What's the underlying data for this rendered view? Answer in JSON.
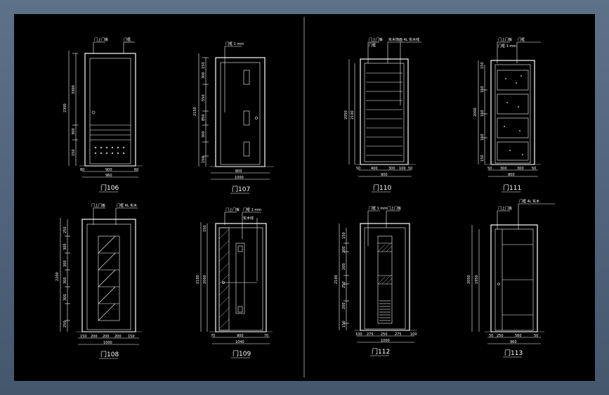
{
  "drawing": {
    "background": "#000000",
    "line_color": "#ffffff",
    "frame_color": "#4d6178"
  },
  "doors": [
    {
      "id": "d106",
      "label": "门106",
      "height_dims": [
        "2300",
        "3300",
        "300",
        "150"
      ],
      "width_dims": [
        "80",
        "900",
        "60"
      ],
      "total_width": "960",
      "notes": [
        "门上门板",
        "门框"
      ]
    },
    {
      "id": "d107",
      "label": "门107",
      "height_dims": [
        "2150",
        "150",
        "300",
        "550",
        "850",
        "300",
        "150"
      ],
      "width_dims": [
        "800"
      ],
      "total_width": "1000",
      "notes": [
        "门框 1 mm"
      ]
    },
    {
      "id": "d110",
      "label": "门110",
      "height_dims": [
        "2050",
        "2100"
      ],
      "width_dims": [
        "50",
        "400",
        "300",
        "100",
        "50"
      ],
      "total_width": "900",
      "notes": [
        "门上门板",
        "实木饰面 4L 实木线",
        "门框"
      ]
    },
    {
      "id": "d111",
      "label": "门111",
      "height_dims": [
        "2000",
        "150",
        "150",
        "150",
        "150",
        "150"
      ],
      "width_dims": [
        "50",
        "300",
        "300",
        "50"
      ],
      "total_width": "800",
      "notes": [
        "门上门板",
        "门框",
        "门框 1 mm"
      ]
    },
    {
      "id": "d108",
      "label": "门108",
      "height_dims": [
        "2200",
        "250",
        "300",
        "300",
        "300",
        "300",
        "250"
      ],
      "width_dims": [
        "150",
        "200",
        "200",
        "200",
        "150"
      ],
      "total_width": "1000",
      "notes": [
        "门上门板",
        "门框 4L 实木"
      ]
    },
    {
      "id": "d109",
      "label": "门109",
      "height_dims": [
        "2100",
        "2000",
        "150"
      ],
      "width_dims": [
        "70",
        "900",
        "70"
      ],
      "total_width": "1040",
      "notes": [
        "门上门板",
        "门框 1 mm",
        "实木线"
      ]
    },
    {
      "id": "d112",
      "label": "门112",
      "height_dims": [
        "2100",
        "150",
        "200",
        "200",
        "250",
        "200",
        "150"
      ],
      "width_dims": [
        "100",
        "275",
        "250",
        "275",
        "100"
      ],
      "total_width": "1000",
      "notes": [
        "门框 1 mm",
        "门上门板"
      ]
    },
    {
      "id": "d113",
      "label": "门113",
      "height_dims": [
        "2050",
        "1950"
      ],
      "width_dims": [
        "50",
        "250",
        "560",
        "50"
      ],
      "total_width": "960",
      "notes": [
        "门上门板",
        "门框 4L 实木"
      ]
    }
  ]
}
